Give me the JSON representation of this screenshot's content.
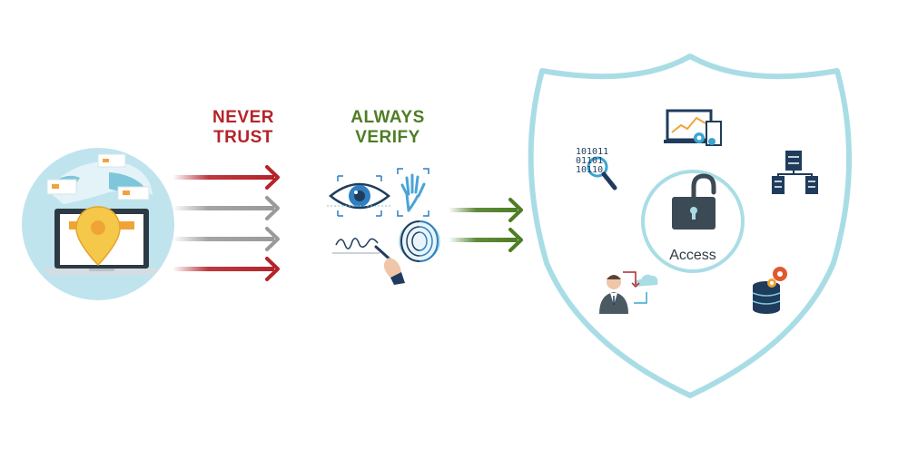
{
  "headings": {
    "never_line1": "NEVER",
    "never_line2": "TRUST",
    "always_line1": "ALWAYS",
    "always_line2": "VERIFY"
  },
  "shield": {
    "center_label": "Access"
  },
  "binary": {
    "lines": [
      "101011",
      "01101",
      "10110"
    ]
  },
  "colors": {
    "never": "#b5232a",
    "always": "#4e7d25",
    "gray_arrow": "#9a9a9a",
    "shield_outline": "#a9dde6",
    "globe_bg": "#bfe4ee",
    "navy": "#1f3c5c"
  },
  "icons": {
    "left": "globe-laptop-location-icon",
    "middle": [
      "eye-scan-icon",
      "hand-scan-icon",
      "signature-pen-icon",
      "fingerprint-brain-icon"
    ],
    "shield": [
      "binary-search-icon",
      "monitor-chart-icon",
      "server-network-icon",
      "padlock-open-icon",
      "user-cloud-sync-icon",
      "database-gears-icon"
    ]
  }
}
